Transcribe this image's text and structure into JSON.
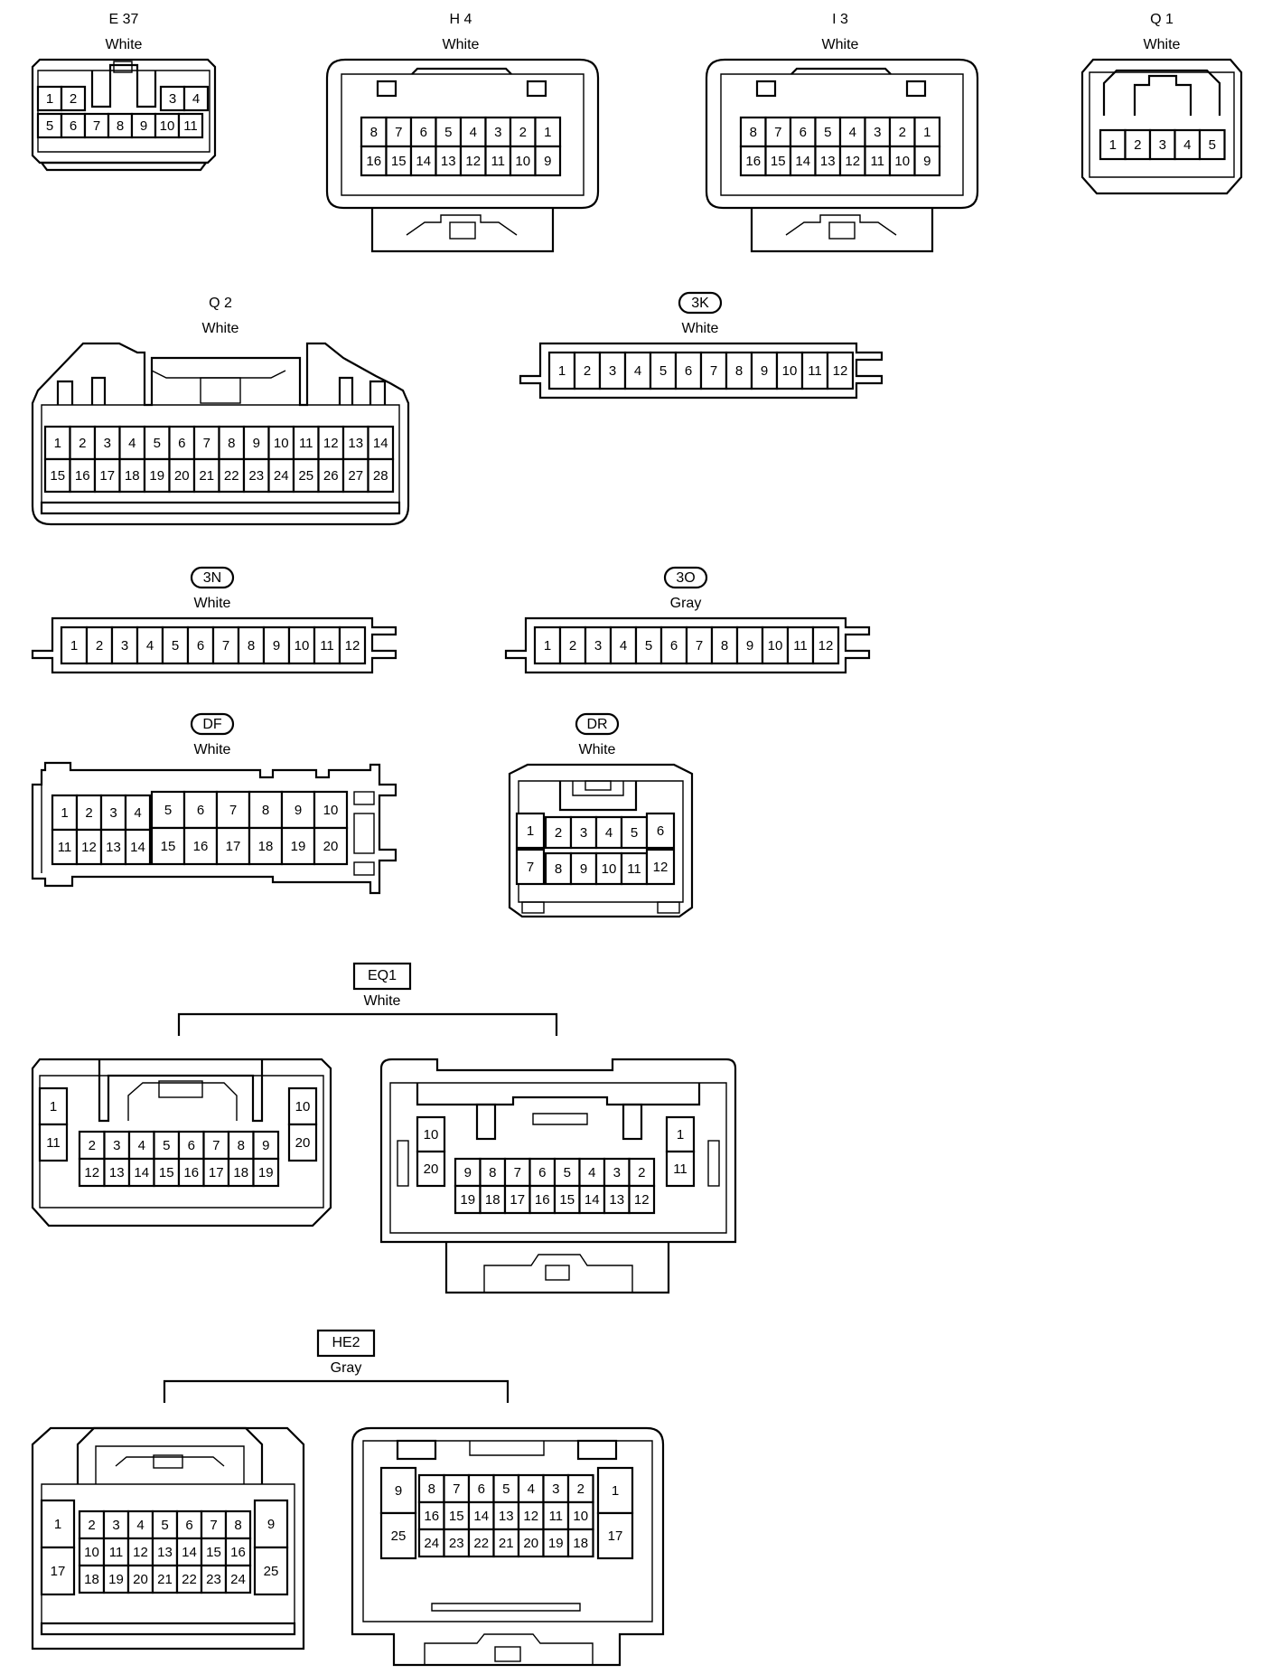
{
  "connectors": {
    "e37": {
      "code": "E 37",
      "color": "White"
    },
    "h4": {
      "code": "H 4",
      "color": "White"
    },
    "i3": {
      "code": "I 3",
      "color": "White"
    },
    "q1": {
      "code": "Q 1",
      "color": "White"
    },
    "q2": {
      "code": "Q 2",
      "color": "White"
    },
    "c3k": {
      "code": "3K",
      "color": "White"
    },
    "c3n": {
      "code": "3N",
      "color": "White"
    },
    "c3o": {
      "code": "3O",
      "color": "Gray"
    },
    "df": {
      "code": "DF",
      "color": "White"
    },
    "dr": {
      "code": "DR",
      "color": "White"
    },
    "eq1": {
      "code": "EQ1",
      "color": "White"
    },
    "he2": {
      "code": "HE2",
      "color": "Gray"
    }
  },
  "pins": {
    "e37": [
      "1",
      "2",
      "3",
      "4",
      "5",
      "6",
      "7",
      "8",
      "9",
      "10",
      "11"
    ],
    "h4_row1": [
      "8",
      "7",
      "6",
      "5",
      "4",
      "3",
      "2",
      "1"
    ],
    "h4_row2": [
      "16",
      "15",
      "14",
      "13",
      "12",
      "11",
      "10",
      "9"
    ],
    "i3_row1": [
      "8",
      "7",
      "6",
      "5",
      "4",
      "3",
      "2",
      "1"
    ],
    "i3_row2": [
      "16",
      "15",
      "14",
      "13",
      "12",
      "11",
      "10",
      "9"
    ],
    "q1": [
      "1",
      "2",
      "3",
      "4",
      "5"
    ],
    "q2_row1": [
      "1",
      "2",
      "3",
      "4",
      "5",
      "6",
      "7",
      "8",
      "9",
      "10",
      "11",
      "12",
      "13",
      "14"
    ],
    "q2_row2": [
      "15",
      "16",
      "17",
      "18",
      "19",
      "20",
      "21",
      "22",
      "23",
      "24",
      "25",
      "26",
      "27",
      "28"
    ],
    "c3k": [
      "1",
      "2",
      "3",
      "4",
      "5",
      "6",
      "7",
      "8",
      "9",
      "10",
      "11",
      "12"
    ],
    "c3n": [
      "1",
      "2",
      "3",
      "4",
      "5",
      "6",
      "7",
      "8",
      "9",
      "10",
      "11",
      "12"
    ],
    "c3o": [
      "1",
      "2",
      "3",
      "4",
      "5",
      "6",
      "7",
      "8",
      "9",
      "10",
      "11",
      "12"
    ],
    "df": [
      "1",
      "2",
      "3",
      "4",
      "5",
      "6",
      "7",
      "8",
      "9",
      "10",
      "11",
      "12",
      "13",
      "14",
      "15",
      "16",
      "17",
      "18",
      "19",
      "20"
    ],
    "dr": [
      "1",
      "2",
      "3",
      "4",
      "5",
      "6",
      "7",
      "8",
      "9",
      "10",
      "11",
      "12"
    ],
    "eq1_left": [
      "1",
      "11",
      "2",
      "3",
      "4",
      "5",
      "6",
      "7",
      "8",
      "9",
      "12",
      "13",
      "14",
      "15",
      "16",
      "17",
      "18",
      "19",
      "10",
      "20"
    ],
    "eq1_right": [
      "10",
      "20",
      "9",
      "8",
      "7",
      "6",
      "5",
      "4",
      "3",
      "2",
      "19",
      "18",
      "17",
      "16",
      "15",
      "14",
      "13",
      "12",
      "1",
      "11"
    ],
    "he2_left": [
      "1",
      "17",
      "2",
      "3",
      "4",
      "5",
      "6",
      "7",
      "8",
      "10",
      "11",
      "12",
      "13",
      "14",
      "15",
      "16",
      "18",
      "19",
      "20",
      "21",
      "22",
      "23",
      "24",
      "9",
      "25"
    ],
    "he2_right": [
      "9",
      "25",
      "8",
      "7",
      "6",
      "5",
      "4",
      "3",
      "2",
      "16",
      "15",
      "14",
      "13",
      "12",
      "11",
      "10",
      "24",
      "23",
      "22",
      "21",
      "20",
      "19",
      "18",
      "1",
      "17"
    ]
  }
}
